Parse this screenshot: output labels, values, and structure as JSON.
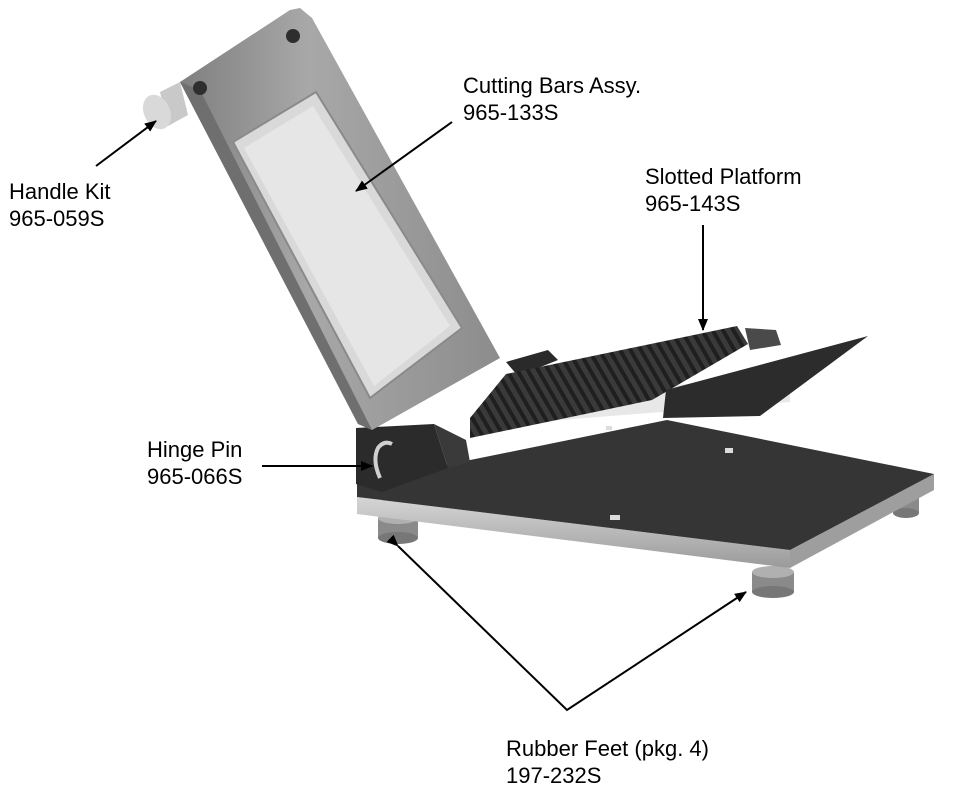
{
  "labels": {
    "cutting_bars": {
      "name": "Cutting Bars Assy.",
      "part": "965-133S"
    },
    "handle_kit": {
      "name": "Handle Kit",
      "part": "965-059S"
    },
    "slotted_platform": {
      "name": "Slotted Platform",
      "part": "965-143S"
    },
    "hinge_pin": {
      "name": "Hinge Pin",
      "part": "965-066S"
    },
    "rubber_feet": {
      "name": "Rubber Feet (pkg. 4)",
      "part": "197-232S"
    }
  },
  "colors": {
    "base_top": "#333333",
    "base_edge": "#bdbdbd",
    "arm_face": "#9a9a9a",
    "cutting_pad": "#e2e2e2",
    "foot": "#8a8a8a",
    "arrow": "#000000"
  }
}
